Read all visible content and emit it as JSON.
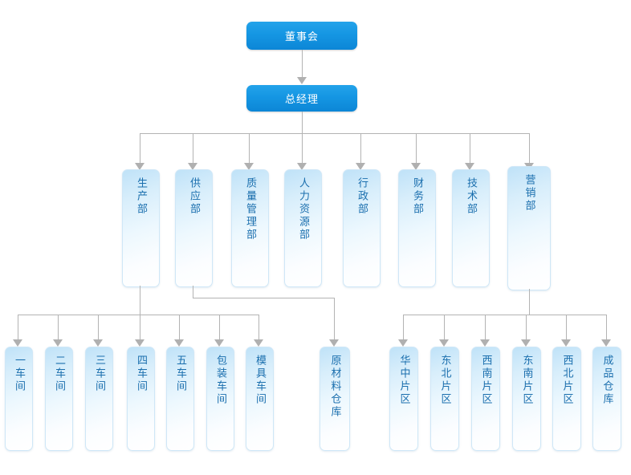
{
  "meta": {
    "title": "公司组织结构图",
    "colors": {
      "accent_blue": "#1596e3",
      "node_border": "#cfe7f7",
      "node_fill_start": "#bfe2f8",
      "node_fill_end": "#ffffff",
      "node_text": "#1b6fae",
      "connector": "#b3b3b3",
      "background": "#ffffff"
    }
  },
  "levels": {
    "level1": {
      "label": "董事会"
    },
    "level2": {
      "label": "总经理"
    },
    "departments": [
      {
        "id": "production",
        "label": "生产部"
      },
      {
        "id": "supply",
        "label": "供应部"
      },
      {
        "id": "quality",
        "label": "质量管理部"
      },
      {
        "id": "hr",
        "label": "人力资源部"
      },
      {
        "id": "admin",
        "label": "行政部"
      },
      {
        "id": "finance",
        "label": "财务部"
      },
      {
        "id": "technology",
        "label": "技术部"
      },
      {
        "id": "marketing",
        "label": "营销部"
      }
    ],
    "production_units": [
      {
        "id": "workshop-1",
        "label": "一车间"
      },
      {
        "id": "workshop-2",
        "label": "二车间"
      },
      {
        "id": "workshop-3",
        "label": "三车间"
      },
      {
        "id": "workshop-4",
        "label": "四车间"
      },
      {
        "id": "workshop-5",
        "label": "五车间"
      },
      {
        "id": "packaging",
        "label": "包装车间"
      },
      {
        "id": "mould",
        "label": "模具车间"
      }
    ],
    "supply_units": [
      {
        "id": "raw-material-warehouse",
        "label": "原材料仓库"
      }
    ],
    "marketing_units": [
      {
        "id": "central-china",
        "label": "华中片区"
      },
      {
        "id": "northeast",
        "label": "东北片区"
      },
      {
        "id": "southwest",
        "label": "西南片区"
      },
      {
        "id": "southeast",
        "label": "东南片区"
      },
      {
        "id": "northwest",
        "label": "西北片区"
      },
      {
        "id": "finished-goods",
        "label": "成品仓库"
      }
    ]
  }
}
